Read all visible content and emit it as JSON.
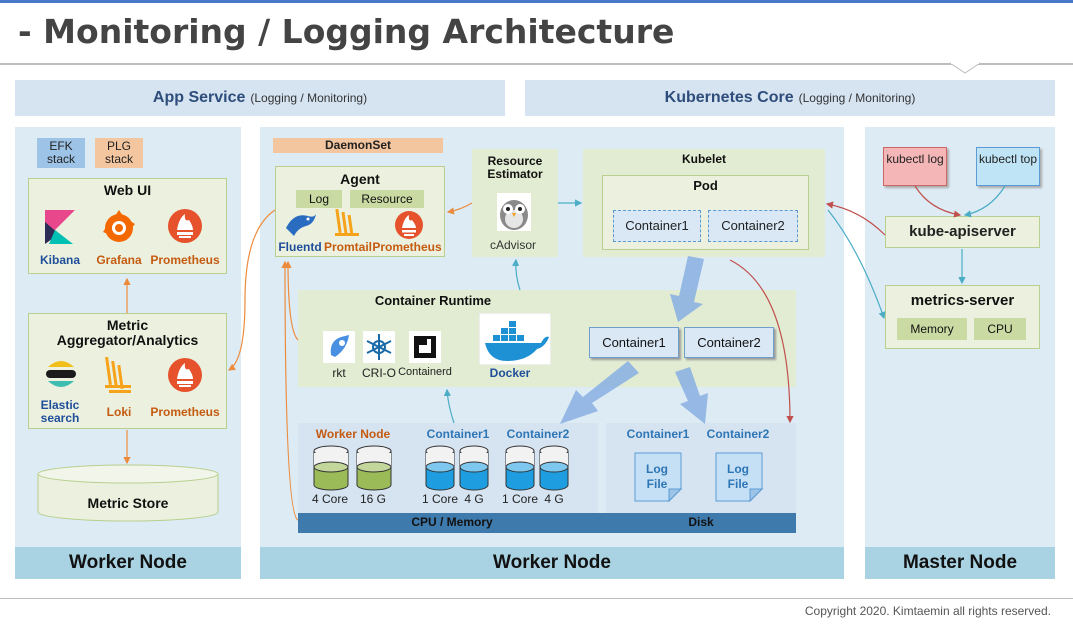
{
  "title": "- Monitoring / Logging Architecture",
  "headers": {
    "app_service": "App Service",
    "app_service_sub": "(Logging / Monitoring)",
    "k8s_core": "Kubernetes Core",
    "k8s_core_sub": "(Logging / Monitoring)"
  },
  "left": {
    "efk": "EFK stack",
    "plg": "PLG stack",
    "web_ui": "Web UI",
    "web_ui_icons": [
      "Kibana",
      "Grafana",
      "Prometheus"
    ],
    "aggregator": "Metric Aggregator/Analytics",
    "agg_icons": [
      "Elastic search",
      "Loki",
      "Prometheus"
    ],
    "metric_store": "Metric Store",
    "footer": "Worker Node"
  },
  "middle": {
    "daemonset": "DaemonSet",
    "agent": "Agent",
    "agent_log": "Log",
    "agent_resource": "Resource",
    "agent_icons": [
      "Fluentd",
      "Promtail",
      "Prometheus"
    ],
    "resource_estimator": "Resource Estimator",
    "cadvisor": "cAdvisor",
    "kubelet": "Kubelet",
    "pod": "Pod",
    "pod_containers": [
      "Container1",
      "Container2"
    ],
    "runtime": "Container Runtime",
    "runtimes": [
      "rkt",
      "CRI-O",
      "Containerd",
      "Docker"
    ],
    "runtime_containers": [
      "Container1",
      "Container2"
    ],
    "res_groups": [
      "Worker Node",
      "Container1",
      "Container2"
    ],
    "res_groups2": [
      "Container1",
      "Container2"
    ],
    "cyl_labels": [
      "4 Core",
      "16 G",
      "1 Core",
      "4 G",
      "1 Core",
      "4 G"
    ],
    "log_file": "Log File",
    "bar_cpu": "CPU / Memory",
    "bar_disk": "Disk",
    "footer": "Worker Node"
  },
  "right": {
    "kubectl_log": "kubectl log",
    "kubectl_top": "kubectl top",
    "apiserver": "kube-apiserver",
    "metrics_server": "metrics-server",
    "memory": "Memory",
    "cpu": "CPU",
    "footer": "Master Node"
  },
  "copyright": "Copyright 2020. Kimtaemin all rights reserved."
}
